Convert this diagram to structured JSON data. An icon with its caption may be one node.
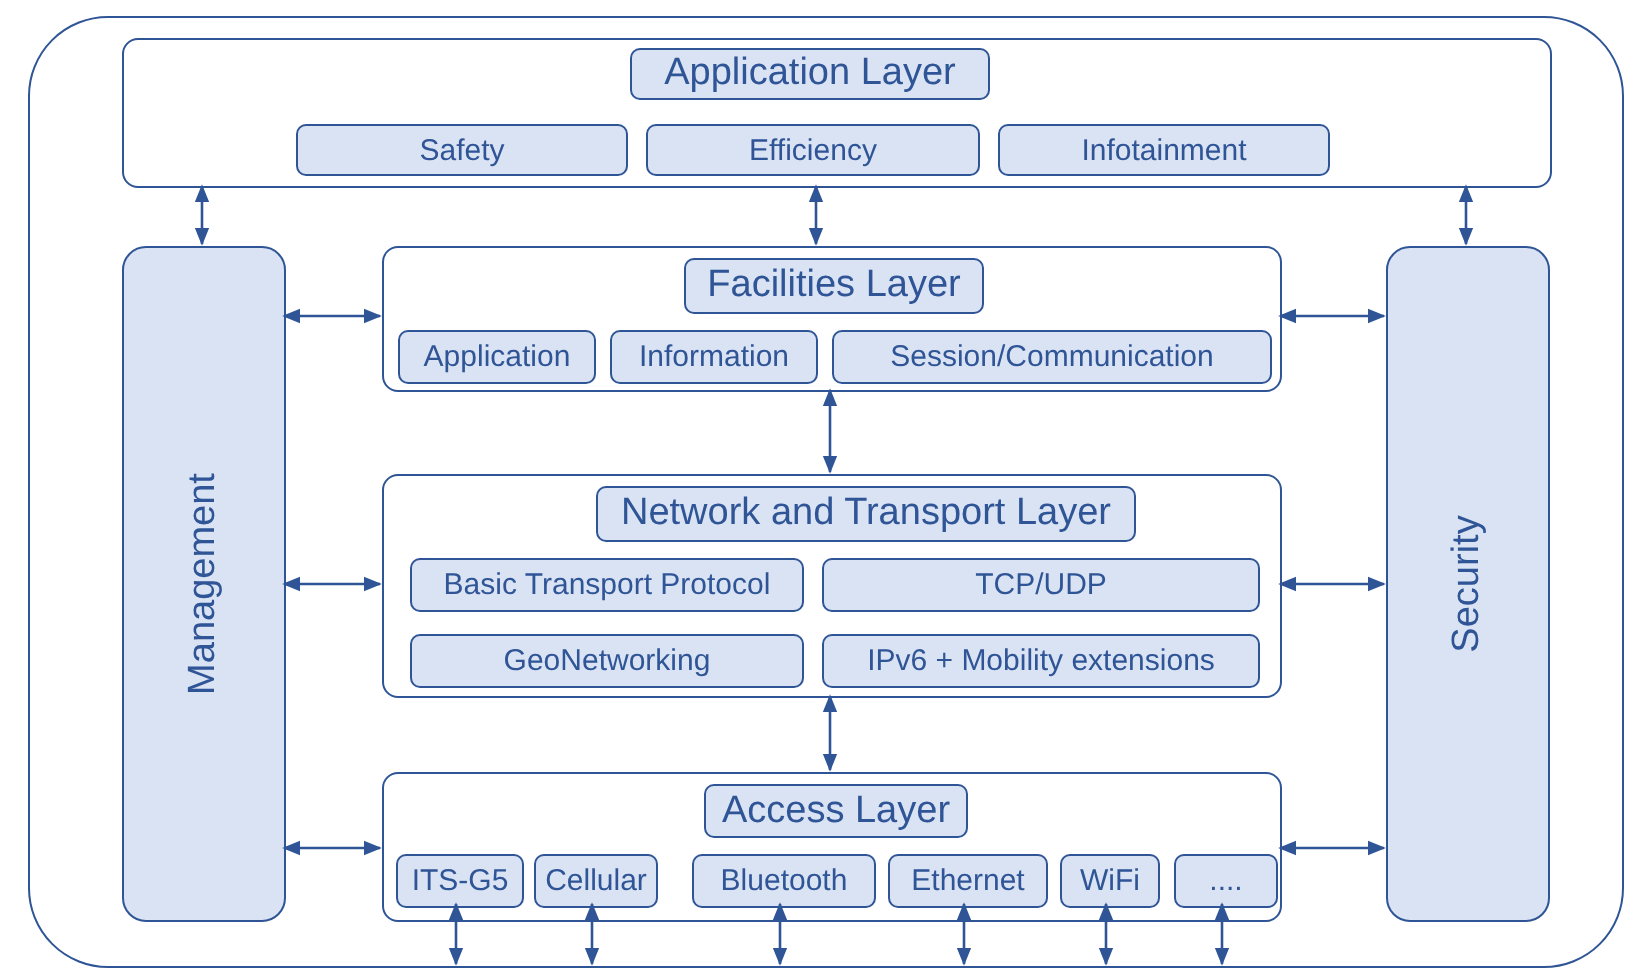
{
  "diagram": {
    "nodes": [
      {
        "text": [],
        "shape": "box"
      },
      {
        "text": [],
        "shape": "box",
        "in": 0
      },
      {
        "text": [
          "Application Layer"
        ],
        "in": 1
      },
      {
        "text": [
          "Safety"
        ],
        "in": 1
      },
      {
        "text": [
          "Efficiency"
        ],
        "in": 1
      },
      {
        "text": [
          "Infotainment"
        ],
        "in": 1
      },
      {
        "text": [
          "Management"
        ],
        "in": 0
      },
      {
        "text": [],
        "shape": "box",
        "in": 0
      },
      {
        "text": [
          "Facilities Layer"
        ],
        "in": 7
      },
      {
        "text": [
          "Application"
        ],
        "in": 7
      },
      {
        "text": [
          "Information"
        ],
        "in": 7
      },
      {
        "text": [
          "Session/Communication"
        ],
        "in": 7
      },
      {
        "text": [
          "Security"
        ],
        "in": 0
      },
      {
        "text": [],
        "shape": "box",
        "in": 0
      },
      {
        "text": [
          "Network and Transport Layer"
        ],
        "in": 13
      },
      {
        "text": [
          "Basic Transport Protocol"
        ],
        "in": 13
      },
      {
        "text": [
          "TCP/UDP"
        ],
        "in": 13
      },
      {
        "text": [
          "GeoNetworking"
        ],
        "in": 13
      },
      {
        "text": [
          "IPv6 + Mobility extensions"
        ],
        "in": 13
      },
      {
        "text": [],
        "shape": "box",
        "in": 0
      },
      {
        "text": [
          "Access Layer"
        ],
        "in": 19
      },
      {
        "text": [
          "ITS-G5"
        ],
        "in": 19
      },
      {
        "text": [
          "Cellular"
        ],
        "in": 19
      },
      {
        "text": [
          "Bluetooth"
        ],
        "in": 19
      },
      {
        "text": [
          "Ethernet"
        ],
        "in": 19
      },
      {
        "text": [
          "WiFi"
        ],
        "in": 19
      },
      {
        "text": [
          "...."
        ],
        "in": 19
      }
    ],
    "edges": [
      {
        "from": 1,
        "to": 6,
        "arrow": "both"
      },
      {
        "from": 1,
        "to": 7,
        "arrow": "both"
      },
      {
        "from": 1,
        "to": 12,
        "arrow": "both"
      },
      {
        "from": 6,
        "to": 7,
        "arrow": "both"
      },
      {
        "from": 7,
        "to": 12,
        "arrow": "both"
      },
      {
        "from": 7,
        "to": 13,
        "arrow": "both"
      },
      {
        "from": 6,
        "to": 13,
        "arrow": "both"
      },
      {
        "from": 13,
        "to": 12,
        "arrow": "both"
      },
      {
        "from": 13,
        "to": 19,
        "arrow": "both"
      },
      {
        "from": 6,
        "to": 19,
        "arrow": "both"
      },
      {
        "from": 19,
        "to": 12,
        "arrow": "both"
      },
      {
        "from": 21,
        "to": null,
        "arrow": "both"
      },
      {
        "from": 22,
        "to": null,
        "arrow": "both"
      },
      {
        "from": 23,
        "to": null,
        "arrow": "both"
      },
      {
        "from": 24,
        "to": null,
        "arrow": "both"
      },
      {
        "from": 25,
        "to": null,
        "arrow": "both"
      },
      {
        "from": 26,
        "to": null,
        "arrow": "both"
      }
    ]
  }
}
